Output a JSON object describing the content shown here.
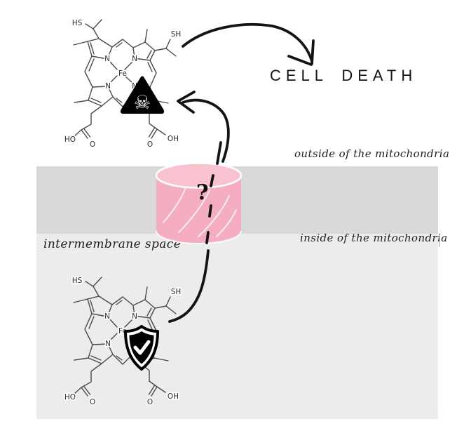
{
  "regions": {
    "outside_label": "outside of the mitochondria",
    "intermembrane_label": "intermembrane space",
    "inside_label": "inside of the mitochondria"
  },
  "outcome": {
    "cell_death": "CELL DEATH"
  },
  "channel": {
    "question_mark": "?",
    "description_icon": "unknown-transporter-cylinder"
  },
  "icons": {
    "skull_glyph": "☠",
    "toxic_icon": "skull-crossbones-warning-triangle",
    "protect_icon": "shield-checkmark"
  },
  "molecule": {
    "atoms": {
      "hs": "HS",
      "sh": "SH",
      "n": "N",
      "fe": "Fe",
      "ho": "HO",
      "o": "O",
      "oh": "OH"
    }
  },
  "colors": {
    "membrane_gray": "#d9d9d9",
    "matrix_gray": "#ececec",
    "channel_pink_body": "#f5aec1",
    "channel_pink_top": "#f8c2ce",
    "ink": "#141414",
    "structure": "#4a4a4a"
  }
}
